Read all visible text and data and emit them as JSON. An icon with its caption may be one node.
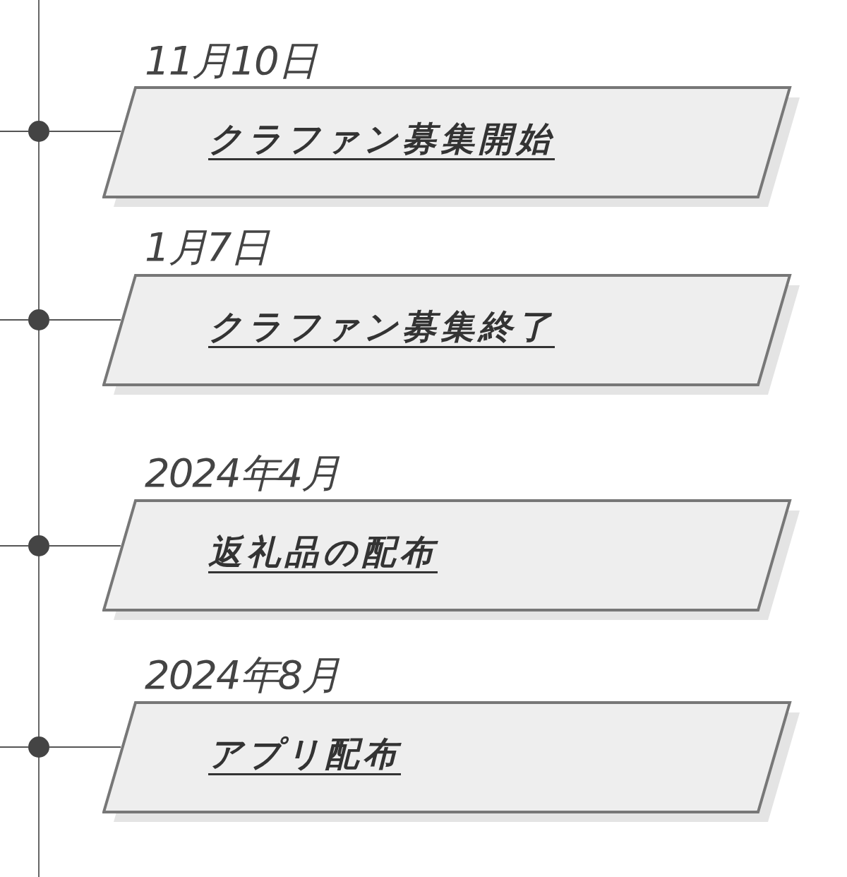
{
  "diagram": {
    "nodes": [
      {
        "text": [
          "11月10日",
          "クラファン募集開始"
        ]
      },
      {
        "text": [
          "1月7日",
          "クラファン募集終了"
        ]
      },
      {
        "text": [
          "2024年4月",
          "返礼品の配布"
        ]
      },
      {
        "text": [
          "2024年8月",
          "アプリ配布"
        ]
      },
      {
        "text": [],
        "shape": "circle"
      },
      {
        "text": [],
        "shape": "circle"
      },
      {
        "text": [],
        "shape": "circle"
      },
      {
        "text": [],
        "shape": "circle"
      }
    ],
    "edges": [
      {
        "from": 4,
        "to": 0,
        "arrow": "none"
      },
      {
        "from": 5,
        "to": 1,
        "arrow": "none"
      },
      {
        "from": 6,
        "to": 2,
        "arrow": "none"
      },
      {
        "from": 7,
        "to": 3,
        "arrow": "none"
      }
    ]
  }
}
